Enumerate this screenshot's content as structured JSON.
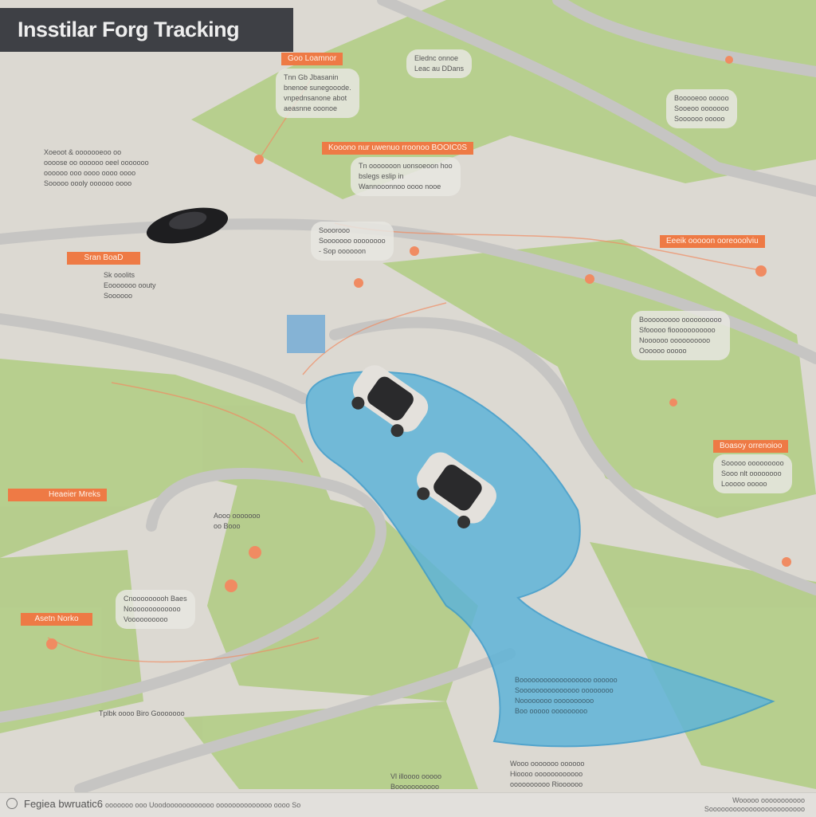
{
  "title": "Insstilar Forg Tracking",
  "colors": {
    "background": "#dcd9d2",
    "green": "#a9c97a",
    "road": "#c9c8c6",
    "route": "#5fb4d8",
    "accent": "#ee7a45",
    "title_bar": "#3e4045"
  },
  "labels": [
    {
      "text": "Goo Loamnor"
    },
    {
      "text": "Kooono nur uwenuo rroonoo BOOIC0S"
    },
    {
      "text": "Sran BoaD"
    },
    {
      "text": "Eeeik ooooon ooreooolviu"
    },
    {
      "text": "Heaeier Mreks"
    },
    {
      "text": "Asetn Norko"
    },
    {
      "text": "Boasoy orrenoioo"
    }
  ],
  "callouts": [
    {
      "lines": [
        "Tnn Gb Jbasanin",
        "bnenoe sunegooode.",
        "vnpednsanone abot",
        "aeasnne ooonoe"
      ]
    },
    {
      "lines": [
        "Elednc onnoe",
        "Leac au DDans"
      ]
    },
    {
      "lines": [
        "Tn ooooooon uonsoeoon hoo",
        "bslegs eslip in",
        "Wannooonnoo oooo nooe"
      ]
    },
    {
      "lines": [
        "Xoeoot & ooooooeoo oo",
        "oooose oo oooooo oeel ooooooo",
        "oooooo ooo oooo oooo oooo",
        "Sooooo oooly oooooo oooo"
      ]
    },
    {
      "lines": [
        "Sooorooo",
        "Sooooooo oooooooo",
        "- Sop oooooon"
      ]
    },
    {
      "lines": [
        "Sk ooolits",
        "Eooooooo oouty",
        "Soooooo"
      ]
    },
    {
      "lines": [
        "Booooeoo ooooo",
        "Sooeoo ooooooo",
        "Soooooo ooooo"
      ]
    },
    {
      "lines": [
        "Booooooooo oooooooooo",
        "Sfooooo fiooooooooooo",
        "Noooooo oooooooooo",
        "Oooooo ooooo"
      ]
    },
    {
      "lines": [
        "Sooooo ooooooooo",
        "Sooo nlt oooooooo",
        "Looooo ooooo"
      ]
    },
    {
      "lines": [
        "Cnooooooooh Baes",
        "Nooooooooooooo",
        "Voooooooooo"
      ]
    },
    {
      "lines": [
        "Aooo ooooooo",
        "oo Booo"
      ]
    },
    {
      "lines": [
        "Tplbk oooo Biro Gooooooo"
      ]
    },
    {
      "lines": [
        "Boooooooooooooooooo oooooo",
        "Sooooooooooooooo oooooooo",
        "Noooooooo oooooooooo",
        "Boo ooooo ooooooooo"
      ]
    },
    {
      "lines": [
        "Vl illoooo ooooo",
        "Booooooooooo"
      ]
    },
    {
      "lines": [
        "Wooo ooooooo oooooo",
        "Hioooo oooooooooooo",
        "oooooooooo Rioooooo"
      ]
    }
  ],
  "footer": {
    "brand": "Fegiea bwruatic6",
    "note": "ooooooo ooo Uoodoooooooooooo oooooooooooooo oooo So",
    "right": [
      "Wooooo ooooooooooo",
      "Soooooooooooooooooooooooo"
    ]
  }
}
